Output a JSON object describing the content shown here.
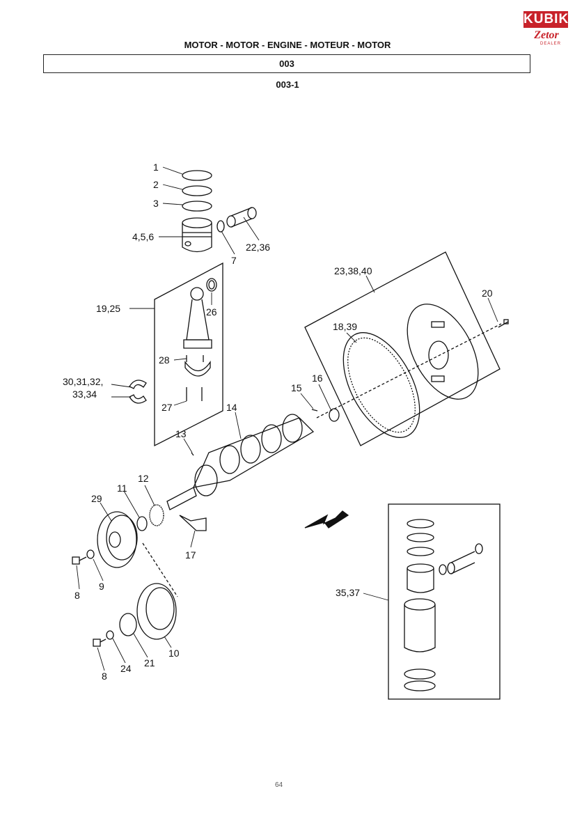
{
  "logo": {
    "brand": "KUBIK",
    "make": "Zetor",
    "tag": "DEALER"
  },
  "header": {
    "title": "MOTOR - MOTOR - ENGINE - MOTEUR - MOTOR",
    "group": "003",
    "section": "003-1"
  },
  "page_number": "64",
  "callouts": {
    "c1": "1",
    "c2": "2",
    "c3": "3",
    "c456": "4,5,6",
    "c7": "7",
    "c2236": "22,36",
    "c1925": "19,25",
    "c26": "26",
    "c28": "28",
    "c30": "30,31,32,",
    "c3334": "33,34",
    "c27": "27",
    "c233840": "23,38,40",
    "c1839": "18,39",
    "c20": "20",
    "c15": "15",
    "c16": "16",
    "c14": "14",
    "c13": "13",
    "c12": "12",
    "c11": "11",
    "c29": "29",
    "c17": "17",
    "c9": "9",
    "c8a": "8",
    "c10": "10",
    "c21": "21",
    "c24": "24",
    "c8b": "8",
    "c3537": "35,37"
  }
}
